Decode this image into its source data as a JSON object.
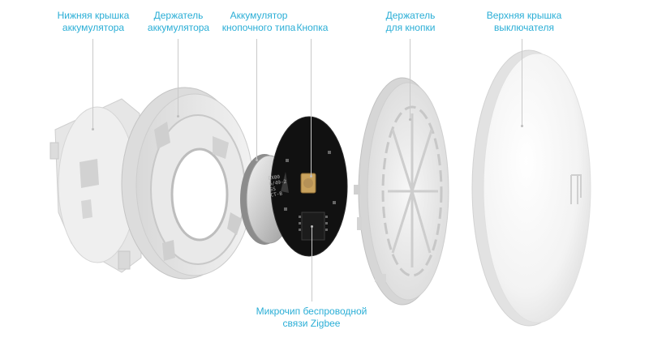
{
  "labels": {
    "bottom_cover": {
      "line1": "Нижняя крышка",
      "line2": "аккумулятора"
    },
    "battery_holder": {
      "line1": "Держатель",
      "line2": "аккумулятора"
    },
    "coin_battery": {
      "line1": "Аккумулятор",
      "line2": "кнопочного типа"
    },
    "button": {
      "line1": "Кнопка"
    },
    "button_holder": {
      "line1": "Держатель",
      "line2": "для кнопки"
    },
    "top_cover": {
      "line1": "Верхняя крышка",
      "line2": "выключателя"
    },
    "zigbee_chip": {
      "line1": "Микрочип беспроводной",
      "line2": "связи Zigbee"
    }
  },
  "pcb_marks": {
    "line1": "DX00",
    "line2": "6/49-2",
    "line3": "SS",
    "line4": "CT-B"
  },
  "colors": {
    "label": "#2aaed6",
    "leader": "#c9c9c9",
    "plastic": "#eeeeee",
    "pcb": "#121212"
  }
}
